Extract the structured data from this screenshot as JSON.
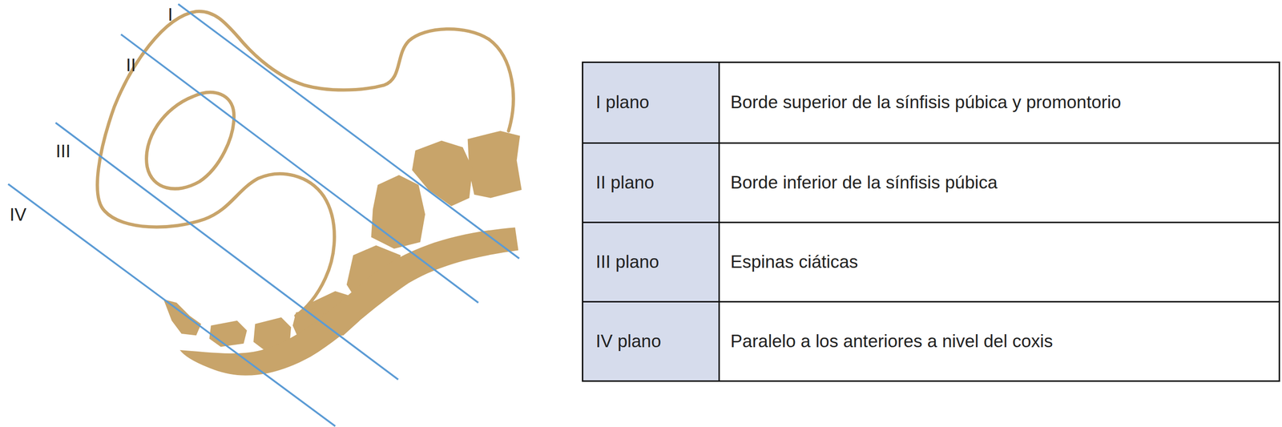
{
  "diagram": {
    "labels": [
      "I",
      "II",
      "III",
      "IV",
      "I plano",
      "Borde superior de la sínfisis púbica y promontorio",
      "II plano",
      "Borde inferior de la sínfisis púbica",
      "III plano",
      "Espinas ciáticas",
      "IV plano",
      "Paralelo a los anteriores a nivel del coxis"
    ]
  }
}
